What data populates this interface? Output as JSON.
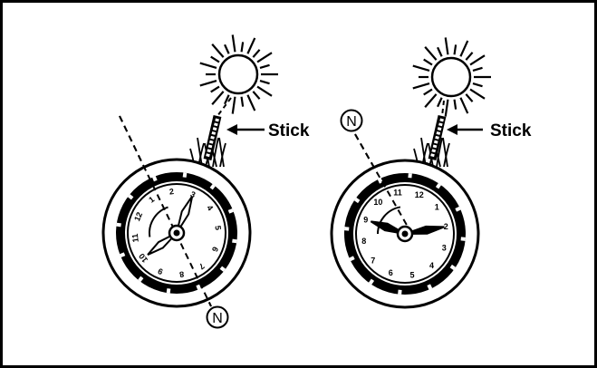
{
  "figure": {
    "panels": [
      {
        "id": "left",
        "stick_label": "Stick",
        "north_label": "N",
        "dial_numerals": [
          "12",
          "1",
          "2",
          "3",
          "4",
          "5",
          "6",
          "7",
          "8",
          "9",
          "10",
          "11"
        ],
        "dial_rotation_deg": -67,
        "hour_hand_points_to_hour": 3,
        "minute_hand_points_to_hour": 10,
        "north_position": "bottom"
      },
      {
        "id": "right",
        "stick_label": "Stick",
        "north_label": "N",
        "dial_numerals": [
          "12",
          "1",
          "2",
          "3",
          "4",
          "5",
          "6",
          "7",
          "8",
          "9",
          "10",
          "11"
        ],
        "dial_rotation_deg": 20,
        "hour_hand_points_to_hour": 2,
        "minute_hand_points_to_hour": 9,
        "north_position": "top"
      }
    ],
    "colors": {
      "ink": "#000000",
      "background": "#ffffff"
    }
  }
}
